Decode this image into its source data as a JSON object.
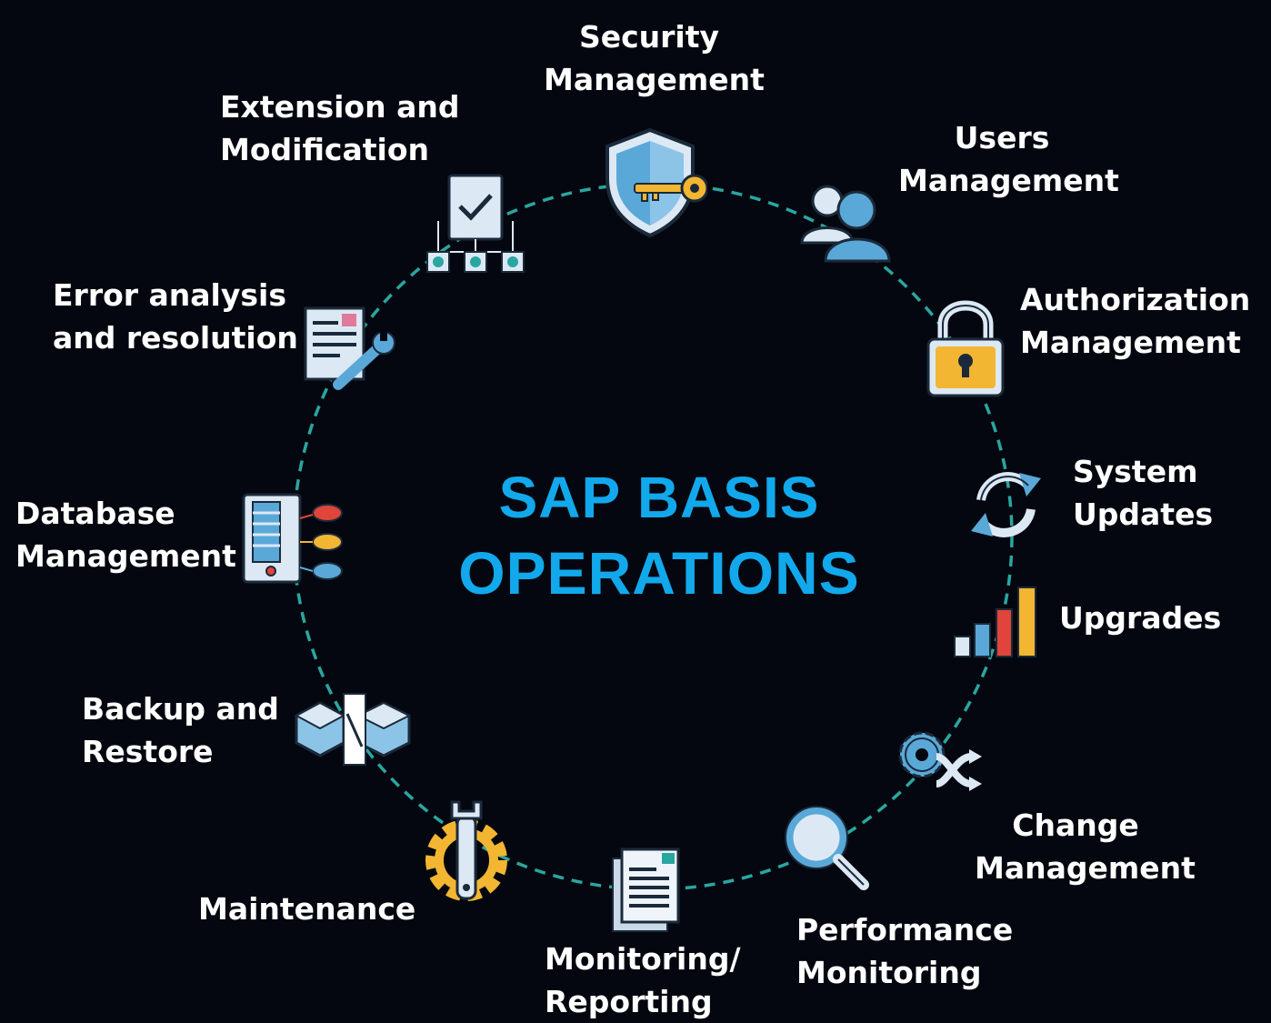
{
  "title": {
    "line1": "SAP BASIS",
    "line2": "OPERATIONS"
  },
  "colors": {
    "background": "#04070f",
    "title": "#12a8ec",
    "ring": "#2aa6a0",
    "icon_blue": "#5aa8d8",
    "icon_light": "#dce9f5",
    "icon_yellow": "#f2b632",
    "icon_red": "#e0443a"
  },
  "operations": [
    {
      "icon": "shield-key-icon",
      "lines": [
        "Security",
        "Management"
      ]
    },
    {
      "icon": "users-icon",
      "lines": [
        "Users",
        "Management"
      ]
    },
    {
      "icon": "padlock-icon",
      "lines": [
        "Authorization",
        "Management"
      ]
    },
    {
      "icon": "refresh-icon",
      "lines": [
        "System",
        "Updates"
      ]
    },
    {
      "icon": "bar-chart-icon",
      "lines": [
        "Upgrades"
      ]
    },
    {
      "icon": "gears-icon",
      "lines": [
        "Change",
        "Management"
      ]
    },
    {
      "icon": "magnifier-icon",
      "lines": [
        "Performance",
        "Monitoring"
      ]
    },
    {
      "icon": "document-icon",
      "lines": [
        "Monitoring/",
        "Reporting"
      ]
    },
    {
      "icon": "wrench-gear-icon",
      "lines": [
        "Maintenance"
      ]
    },
    {
      "icon": "cubes-icon",
      "lines": [
        "Backup and",
        "Restore"
      ]
    },
    {
      "icon": "server-database-icon",
      "lines": [
        "Database",
        "Management"
      ]
    },
    {
      "icon": "document-wrench-icon",
      "lines": [
        "Error analysis",
        "and resolution"
      ]
    },
    {
      "icon": "checklist-hierarchy-icon",
      "lines": [
        "Extension and",
        "Modification"
      ]
    }
  ]
}
